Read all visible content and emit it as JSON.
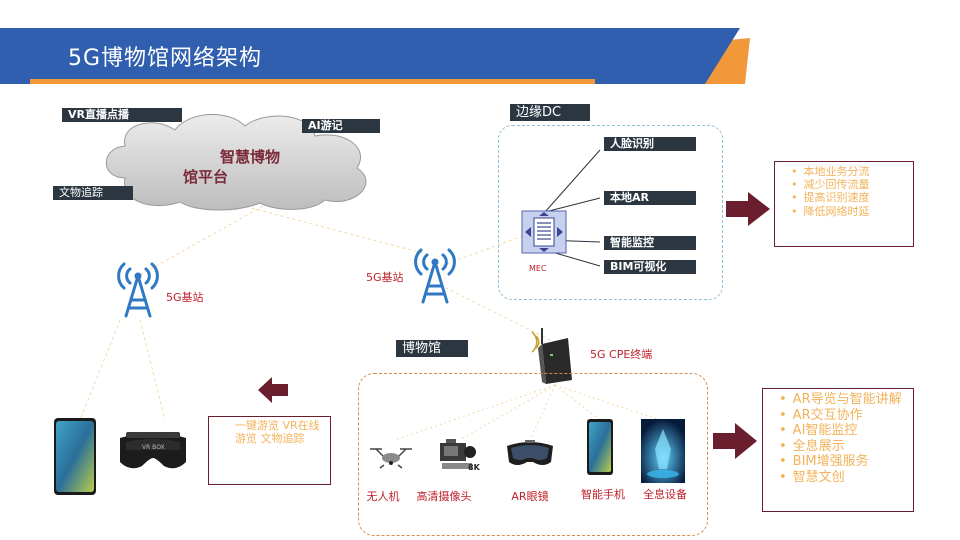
{
  "header": {
    "title": "5G博物馆网络架构"
  },
  "cloud": {
    "title_line1": "智慧博物",
    "title_line2": "馆平台",
    "tags": {
      "vr_live": "VR直播点播",
      "ai_tour": "AI游记",
      "relic_trace": "文物追踪"
    }
  },
  "base_stations": {
    "left_label": "5G基站",
    "center_label": "5G基站"
  },
  "edge_dc": {
    "title": "边缘DC",
    "mec_label": "MEC",
    "functions": [
      "人脸识别",
      "本地AR",
      "智能监控",
      "BIM可视化"
    ]
  },
  "edge_benefits": [
    "本地业务分流",
    "减少回传流量",
    "提高识别速度",
    "降低网络时延"
  ],
  "cpe": {
    "label": "5G CPE终端"
  },
  "museum": {
    "title": "博物馆",
    "devices": [
      "无人机",
      "高清摄像头",
      "AR眼镜",
      "智能手机",
      "全息设备"
    ]
  },
  "museum_benefits": [
    "AR导览与智能讲解",
    "AR交互协作",
    "AI智能监控",
    "全息展示",
    "BIM增强服务",
    "智慧文创"
  ],
  "remote": {
    "text_line1": "一键游览 VR在线",
    "text_line2": "游览 文物追踪",
    "vr_brand": "VR BOX",
    "camera_8k": "8K"
  },
  "colors": {
    "header_blue": "#2f5fae",
    "header_orange": "#f0983a",
    "accent_maroon": "#6b1f2e",
    "station_blue": "#2f78c4",
    "benefit_text": "#f2b35a"
  }
}
